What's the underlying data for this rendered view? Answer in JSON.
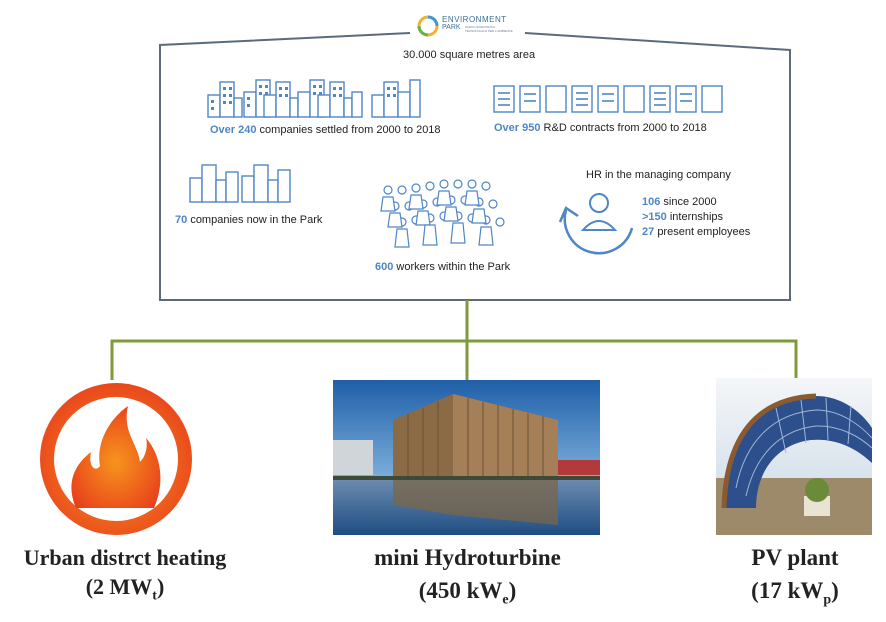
{
  "logo": {
    "name_line1": "ENVIRONMENT",
    "name_line2": "PARK",
    "tagline": "PARCO SCIENTIFICO TECNOLOGICO PER L'AMBIENTE"
  },
  "area": "30.000 square metres area",
  "stats": {
    "companies_settled": {
      "value": "Over 240",
      "label": "companies settled from 2000 to 2018"
    },
    "rd_contracts": {
      "value": "Over 950",
      "label": "R&D contracts from 2000 to 2018"
    },
    "companies_now": {
      "value": "70",
      "label": "companies now in the Park"
    },
    "workers": {
      "value": "600",
      "label": "workers within the Park"
    }
  },
  "hr": {
    "title": "HR in the managing company",
    "items": [
      {
        "value": "106",
        "label": "since 2000"
      },
      {
        "value": ">150",
        "label": "internships"
      },
      {
        "value": "27",
        "label": "present employees"
      }
    ]
  },
  "plants": {
    "heating": {
      "name": "Urban distrct heating",
      "capacity": "(2 MW",
      "capacity_sub": "t",
      "capacity_end": ")"
    },
    "hydro": {
      "name": "mini Hydroturbine",
      "capacity": "(450 kW",
      "capacity_sub": "e",
      "capacity_end": ")"
    },
    "pv": {
      "name": "PV plant",
      "capacity": "(17 kW",
      "capacity_sub": "p",
      "capacity_end": ")"
    }
  },
  "colors": {
    "panel_border": "#5b6b7d",
    "stat_blue": "#4f86c6",
    "connector": "#7f9a3a",
    "flame_orange": "#f05a1e"
  }
}
